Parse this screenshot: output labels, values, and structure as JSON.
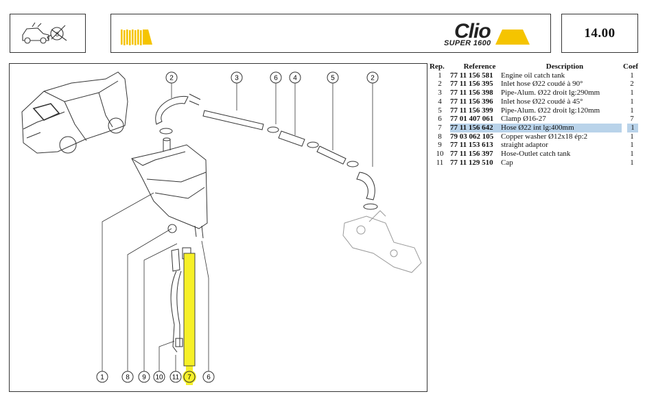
{
  "header": {
    "page_number": "14.00",
    "brand_name": "Clio",
    "brand_subtitle": "SUPER 1600",
    "stripe_color": "#f5c400"
  },
  "highlight_color": "#f6f028",
  "callouts_top": [
    "2",
    "3",
    "6",
    "4",
    "5",
    "2"
  ],
  "callouts_bottom": [
    "1",
    "8",
    "9",
    "10",
    "11",
    "7",
    "6"
  ],
  "parts_table": {
    "headers": {
      "rep": "Rep.",
      "reference": "Reference",
      "description": "Description",
      "coef": "Coef"
    },
    "selected_rep": "7",
    "rows": [
      {
        "rep": "1",
        "reference": "77 11 156 581",
        "description": "Engine oil catch tank",
        "coef": "1"
      },
      {
        "rep": "2",
        "reference": "77 11 156 395",
        "description": "Inlet hose Ø22 coudé à 90°",
        "coef": "2"
      },
      {
        "rep": "3",
        "reference": "77 11 156 398",
        "description": "Pipe-Alum. Ø22 droit lg:290mm",
        "coef": "1"
      },
      {
        "rep": "4",
        "reference": "77 11 156 396",
        "description": "Inlet hose Ø22 coudé à 45°",
        "coef": "1"
      },
      {
        "rep": "5",
        "reference": "77 11 156 399",
        "description": "Pipe-Alum. Ø22 droit lg:120mm",
        "coef": "1"
      },
      {
        "rep": "6",
        "reference": "77 01 407 061",
        "description": "Clamp Ø16-27",
        "coef": "7"
      },
      {
        "rep": "7",
        "reference": "77 11 156 642",
        "description": "Hose Ø22 int lg:400mm",
        "coef": "1"
      },
      {
        "rep": "8",
        "reference": "79 03 062 105",
        "description": "Copper washer Ø12x18 ép:2",
        "coef": "1"
      },
      {
        "rep": "9",
        "reference": "77 11 153 613",
        "description": "straight adaptor",
        "coef": "1"
      },
      {
        "rep": "10",
        "reference": "77 11 156 397",
        "description": "Hose-Outlet catch tank",
        "coef": "1"
      },
      {
        "rep": "11",
        "reference": "77 11 129 510",
        "description": "Cap",
        "coef": "1"
      }
    ]
  }
}
